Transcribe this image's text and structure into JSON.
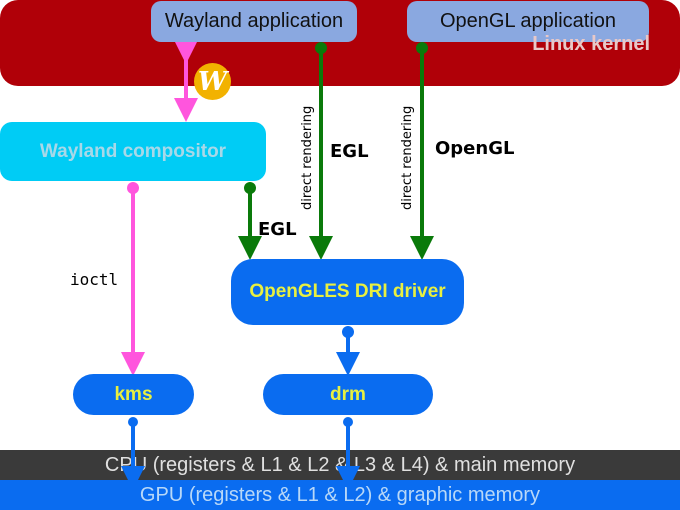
{
  "nodes": {
    "wayland_application": "Wayland application",
    "opengl_application": "OpenGL application",
    "wayland_compositor": "Wayland compositor",
    "opengles_dri_driver": "OpenGLES DRI driver",
    "linux_kernel": "Linux kernel",
    "kms": "kms",
    "drm": "drm"
  },
  "bars": {
    "cpu": "CPU (registers  &  L1  &  L2  &  L3  &  L4) & main memory",
    "gpu": "GPU (registers  &  L1  &  L2) & graphic memory"
  },
  "edge_labels": {
    "direct_rendering_1": "direct rendering",
    "direct_rendering_2": "direct rendering",
    "egl_app": "EGL",
    "opengl": "OpenGL",
    "egl_compositor": "EGL",
    "ioctl": "ioctl"
  },
  "logo": {
    "wayland_logo": "W"
  },
  "colors": {
    "wayland_protocol": "#ff55dd",
    "gl_path": "#0a7a0a",
    "kernel_path": "#0a6cf0",
    "kernel_bg": "#b00008"
  }
}
